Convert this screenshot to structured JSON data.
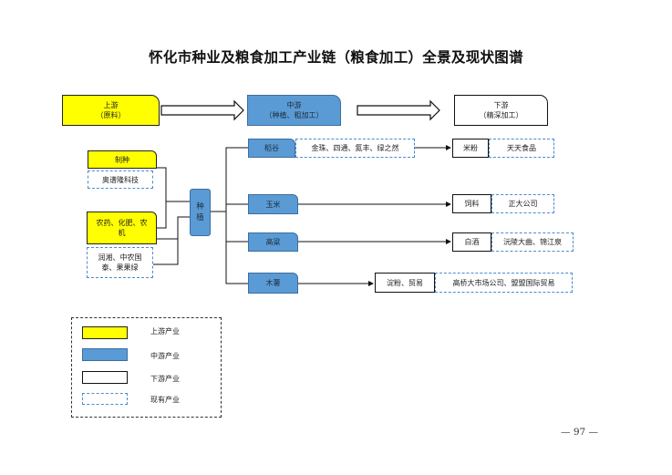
{
  "title": "怀化市种业及粮食加工产业链（粮食加工）全景及现状图谱",
  "stages": {
    "upstream": {
      "name": "上游",
      "sub": "（原料）"
    },
    "midstream": {
      "name": "中游",
      "sub": "（种植、粗加工）"
    },
    "downstream": {
      "name": "下游",
      "sub": "（精深加工）"
    }
  },
  "inputs": {
    "seed": {
      "label": "制种",
      "companies": "奥谱隆科技"
    },
    "agri": {
      "label": "农药、化肥、农机",
      "companies": "润湘、中农国泰、果果绿"
    }
  },
  "planting": "种植",
  "chains": [
    {
      "crop": "稻谷",
      "companies": "金珠、四通、氮丰、绿之然",
      "product": "米粉",
      "product_companies": "天天食品"
    },
    {
      "crop": "玉米",
      "companies": "",
      "product": "饲料",
      "product_companies": "正大公司"
    },
    {
      "crop": "高粱",
      "companies": "",
      "product": "白酒",
      "product_companies": "沅陵大曲、锦江泉"
    },
    {
      "crop": "木薯",
      "companies": "",
      "product": "淀粉、贸易",
      "product_companies": "高桥大市场公司、盟盟国际贸易"
    }
  ],
  "legend": {
    "upstream": "上游产业",
    "midstream": "中游产业",
    "downstream": "下游产业",
    "existing": "现有产业"
  },
  "page_number": "— 97 —",
  "colors": {
    "upstream": "#ffff00",
    "midstream": "#5b9bd5",
    "existing_border": "#4b8ccf"
  }
}
